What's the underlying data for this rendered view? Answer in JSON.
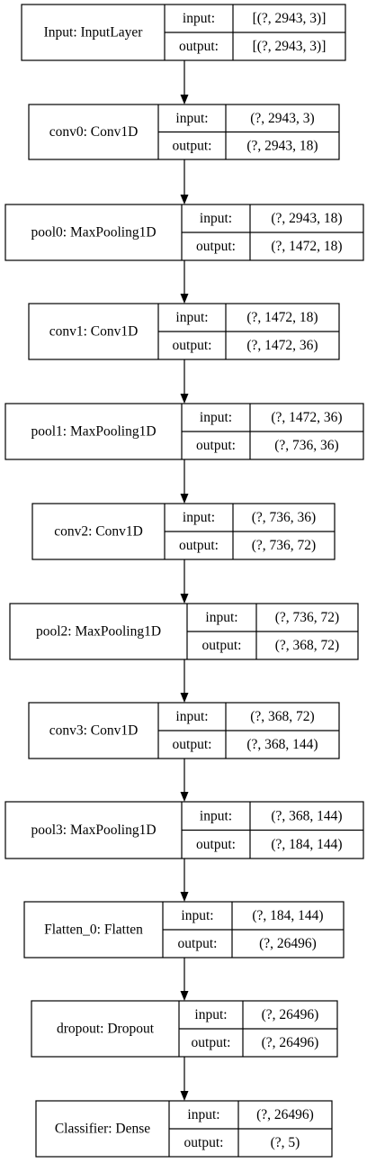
{
  "layers": [
    {
      "name": "Input: InputLayer",
      "input": "[(?, 2943, 3)]",
      "output": "[(?, 2943, 3)]"
    },
    {
      "name": "conv0: Conv1D",
      "input": "(?, 2943, 3)",
      "output": "(?, 2943, 18)"
    },
    {
      "name": "pool0: MaxPooling1D",
      "input": "(?, 2943, 18)",
      "output": "(?, 1472, 18)"
    },
    {
      "name": "conv1: Conv1D",
      "input": "(?, 1472, 18)",
      "output": "(?, 1472, 36)"
    },
    {
      "name": "pool1: MaxPooling1D",
      "input": "(?, 1472, 36)",
      "output": "(?, 736, 36)"
    },
    {
      "name": "conv2: Conv1D",
      "input": "(?, 736, 36)",
      "output": "(?, 736, 72)"
    },
    {
      "name": "pool2: MaxPooling1D",
      "input": "(?, 736, 72)",
      "output": "(?, 368, 72)"
    },
    {
      "name": "conv3: Conv1D",
      "input": "(?, 368, 72)",
      "output": "(?, 368, 144)"
    },
    {
      "name": "pool3: MaxPooling1D",
      "input": "(?, 368, 144)",
      "output": "(?, 184, 144)"
    },
    {
      "name": "Flatten_0: Flatten",
      "input": "(?, 184, 144)",
      "output": "(?, 26496)"
    },
    {
      "name": "dropout: Dropout",
      "input": "(?, 26496)",
      "output": "(?, 26496)"
    },
    {
      "name": "Classifier: Dense",
      "input": "(?, 26496)",
      "output": "(?, 5)"
    }
  ],
  "labels": {
    "input": "input:",
    "output": "output:"
  },
  "colors": {
    "stroke": "#000000",
    "text": "#000000",
    "background": "#ffffff"
  }
}
